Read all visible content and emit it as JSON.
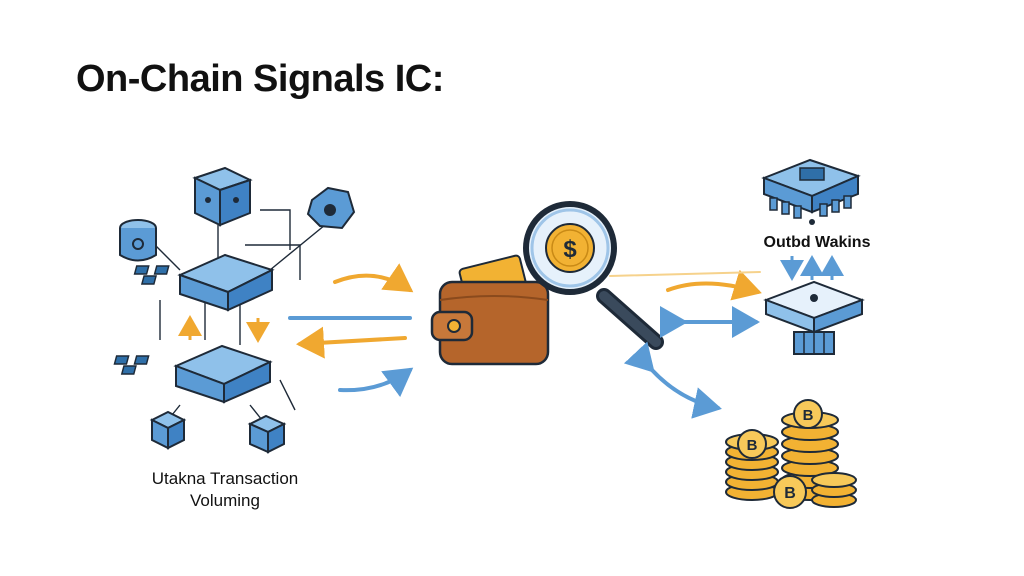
{
  "title": "On-Chain Signals IC:",
  "labels": {
    "left_line1": "Utakna Transaction",
    "left_line2": "Voluming",
    "right": "Outbd Wakins"
  },
  "icons": {
    "coin_symbol": "$",
    "coin_symbol_b": "B"
  },
  "colors": {
    "blue": "#5b9bd5",
    "blue_dark": "#2f6fa8",
    "orange": "#f0a830",
    "wallet": "#b5652b",
    "coin": "#f2b233",
    "outline": "#1e2a38"
  }
}
